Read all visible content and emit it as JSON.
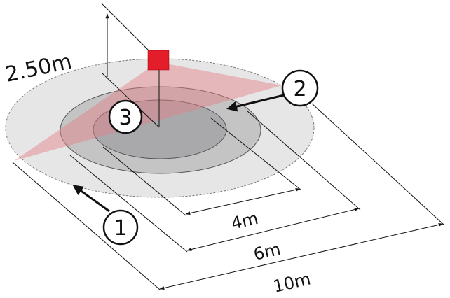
{
  "height_label": "2.50m",
  "callouts": [
    "1",
    "2",
    "3"
  ],
  "dimensions": [
    "4m",
    "6m",
    "10m"
  ],
  "colors": {
    "sensor": "#e31e2a",
    "beam": "#eba4a9",
    "outer": "#e6e6e6",
    "middle": "#c4c4c4",
    "inner": "#a9a9ab"
  }
}
